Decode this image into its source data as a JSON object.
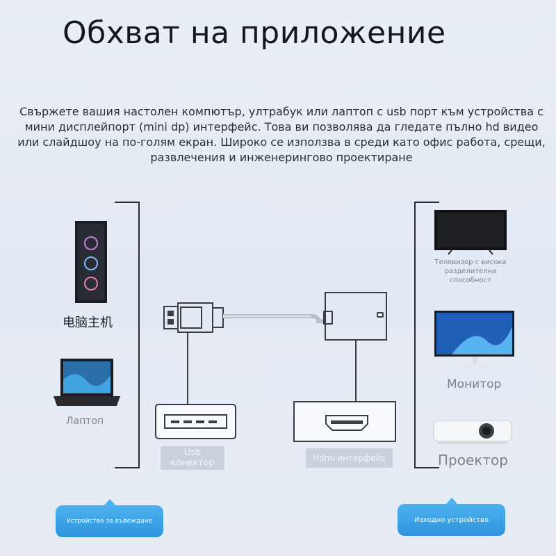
{
  "title": "Обхват на приложение",
  "description": "Свържете вашия настолен компютър, ултрабук или лаптоп с usb порт към устройства с мини дисплейпорт (mini dp) интерфейс. Това ви позволява да гледате пълно hd видео или слайдшоу на по-голям екран. Широко се използва в среди като офис работа, срещи, развлечения и инженерингово проектиране",
  "input_devices": {
    "pc_label": "电脑主机",
    "laptop_label": "Лаптоп"
  },
  "output_devices": {
    "tv_label": "Телевизор с висока разделителна способност",
    "monitor_label": "Монитор",
    "projector_label": "Проектор"
  },
  "connectors": {
    "usb_label": "Usb конектор",
    "hdmi_label": "Hdmi интерфейс"
  },
  "bubbles": {
    "input_label": "Устройство за въвеждане",
    "output_label": "Изходно устройство"
  },
  "icons": [
    "pc-tower-icon",
    "laptop-icon",
    "tv-icon",
    "monitor-icon",
    "projector-icon",
    "usb-plug-icon",
    "hdmi-adapter-icon",
    "usb-port-icon",
    "hdmi-port-icon"
  ],
  "colors": {
    "accent": "#3aa0e6",
    "chip": "#c9d1dd",
    "outline": "#2b2e35"
  }
}
